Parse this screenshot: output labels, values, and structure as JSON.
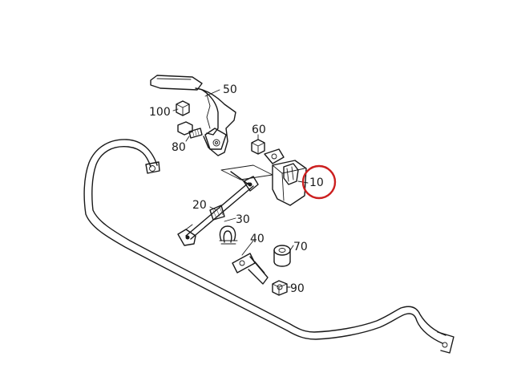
{
  "diagram": {
    "highlight_color": "#cc1f1f",
    "callouts": [
      {
        "id": "part-10",
        "label": "10",
        "highlighted": true
      },
      {
        "id": "part-20",
        "label": "20",
        "highlighted": false
      },
      {
        "id": "part-30",
        "label": "30",
        "highlighted": false
      },
      {
        "id": "part-40",
        "label": "40",
        "highlighted": false
      },
      {
        "id": "part-50",
        "label": "50",
        "highlighted": false
      },
      {
        "id": "part-60",
        "label": "60",
        "highlighted": false
      },
      {
        "id": "part-70",
        "label": "70",
        "highlighted": false
      },
      {
        "id": "part-80",
        "label": "80",
        "highlighted": false
      },
      {
        "id": "part-90",
        "label": "90",
        "highlighted": false
      },
      {
        "id": "part-100",
        "label": "100",
        "highlighted": false
      }
    ]
  }
}
